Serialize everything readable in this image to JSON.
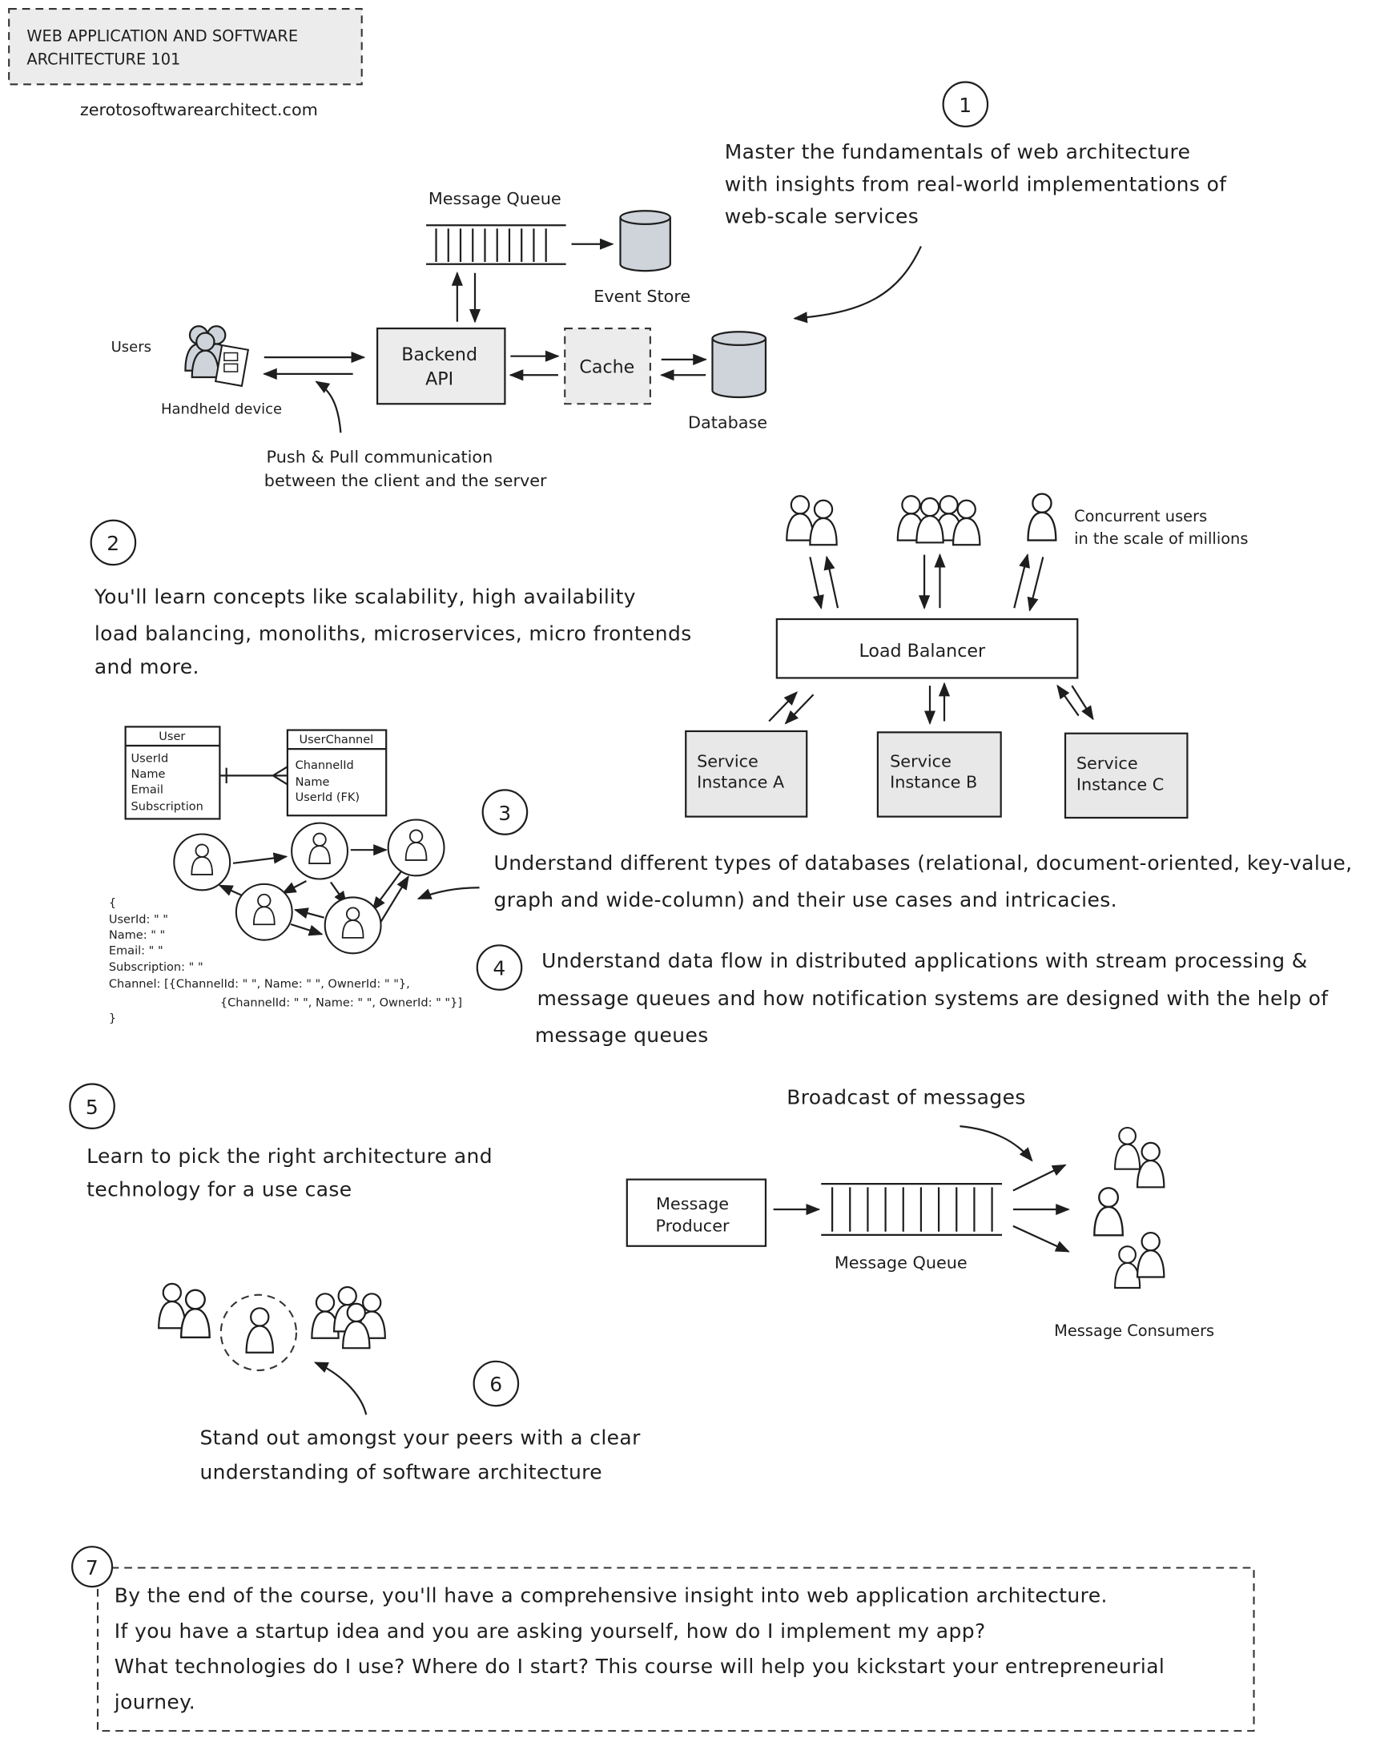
{
  "header": {
    "title_line1": "WEB APPLICATION AND SOFTWARE",
    "title_line2": "ARCHITECTURE 101",
    "website": "zerotosoftwarearchitect.com"
  },
  "colors": {
    "box_fill": "#ececec",
    "figure_fill": "#ced4da",
    "ink": "#1e1e1e"
  },
  "steps": [
    {
      "number": "1",
      "lines": [
        "Master the fundamentals of web architecture",
        "with insights from real-world implementations of",
        "web-scale services"
      ]
    },
    {
      "number": "2",
      "lines": [
        "You'll learn concepts like scalability, high availability",
        "load balancing, monoliths, microservices, micro frontends",
        "and more."
      ]
    },
    {
      "number": "3",
      "lines": [
        "Understand different types of databases (relational, document-oriented, key-value,",
        "graph and wide-column) and their use cases and intricacies."
      ]
    },
    {
      "number": "4",
      "lines": [
        "Understand data flow in distributed applications with stream processing &",
        "message queues and how notification systems are designed with the help of",
        "message queues"
      ]
    },
    {
      "number": "5",
      "lines": [
        "Learn to pick the right architecture and",
        "technology for a use case"
      ]
    },
    {
      "number": "6",
      "lines": [
        "Stand out amongst your peers with a clear",
        "understanding of software architecture"
      ]
    },
    {
      "number": "7",
      "lines": [
        "By the end of the course, you'll have a comprehensive insight into web application architecture.",
        "If you have a startup idea and you are asking yourself, how do I implement my app?",
        "What technologies do I use? Where do I start? This course will help you kickstart your entrepreneurial",
        "journey."
      ]
    }
  ],
  "architecture": {
    "users": "Users",
    "handheld": "Handheld device",
    "backend_line1": "Backend",
    "backend_line2": "API",
    "cache": "Cache",
    "database": "Database",
    "message_queue": "Message Queue",
    "event_store": "Event Store",
    "push_pull_line1": "Push & Pull communication",
    "push_pull_line2": "between the client and the server"
  },
  "load_balancing": {
    "concurrent_line1": "Concurrent users",
    "concurrent_line2": "in the scale of millions",
    "load_balancer": "Load Balancer",
    "services": [
      {
        "line1": "Service",
        "line2": "Instance A"
      },
      {
        "line1": "Service",
        "line2": "Instance B"
      },
      {
        "line1": "Service",
        "line2": "Instance C"
      }
    ]
  },
  "er_diagram": {
    "user_table": {
      "title": "User",
      "fields": [
        "UserId",
        "Name",
        "Email",
        "Subscription"
      ]
    },
    "userchannel_table": {
      "title": "UserChannel",
      "fields": [
        "ChannelId",
        "Name",
        "UserId (FK)"
      ]
    }
  },
  "document_example": [
    "{",
    "UserId: \" \"",
    "Name: \" \"",
    "Email: \" \"",
    "Subscription: \" \"",
    "Channel: [{ChannelId: \" \", Name: \" \", OwnerId: \" \"},",
    "             {ChannelId: \" \", Name: \" \", OwnerId: \" \"}]",
    "}"
  ],
  "messaging": {
    "broadcast": "Broadcast of messages",
    "producer_line1": "Message",
    "producer_line2": "Producer",
    "queue": "Message Queue",
    "consumers": "Message Consumers"
  }
}
